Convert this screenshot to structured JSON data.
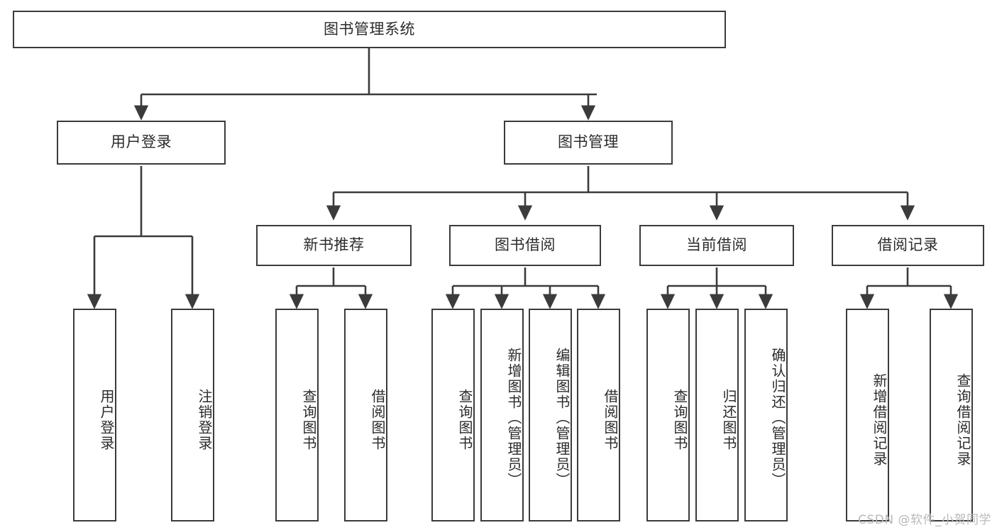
{
  "diagram": {
    "title": "图书管理系统",
    "watermark": "CSDN @软件_小贺同学",
    "stroke_color": "#3b3b3b",
    "text_color": "#2b2b2b",
    "background_color": "#ffffff",
    "root": {
      "label": "图书管理系统"
    },
    "level2": [
      {
        "label": "用户登录"
      },
      {
        "label": "图书管理"
      }
    ],
    "level3": [
      {
        "label": "新书推荐"
      },
      {
        "label": "图书借阅"
      },
      {
        "label": "当前借阅"
      },
      {
        "label": "借阅记录"
      }
    ],
    "leaves": {
      "user_login": [
        {
          "label": "用户登录"
        },
        {
          "label": "注销登录"
        }
      ],
      "new_book": [
        {
          "label": "查询图书"
        },
        {
          "label": "借阅图书"
        }
      ],
      "book_borrow": [
        {
          "label": "查询图书"
        },
        {
          "label": "新增图书（管理员）"
        },
        {
          "label": "编辑图书（管理员）"
        },
        {
          "label": "借阅图书"
        }
      ],
      "current_borrow": [
        {
          "label": "查询图书"
        },
        {
          "label": "归还图书"
        },
        {
          "label": "确认归还（管理员）"
        }
      ],
      "borrow_record": [
        {
          "label": "新增借阅记录"
        },
        {
          "label": "查询借阅记录"
        }
      ]
    }
  }
}
